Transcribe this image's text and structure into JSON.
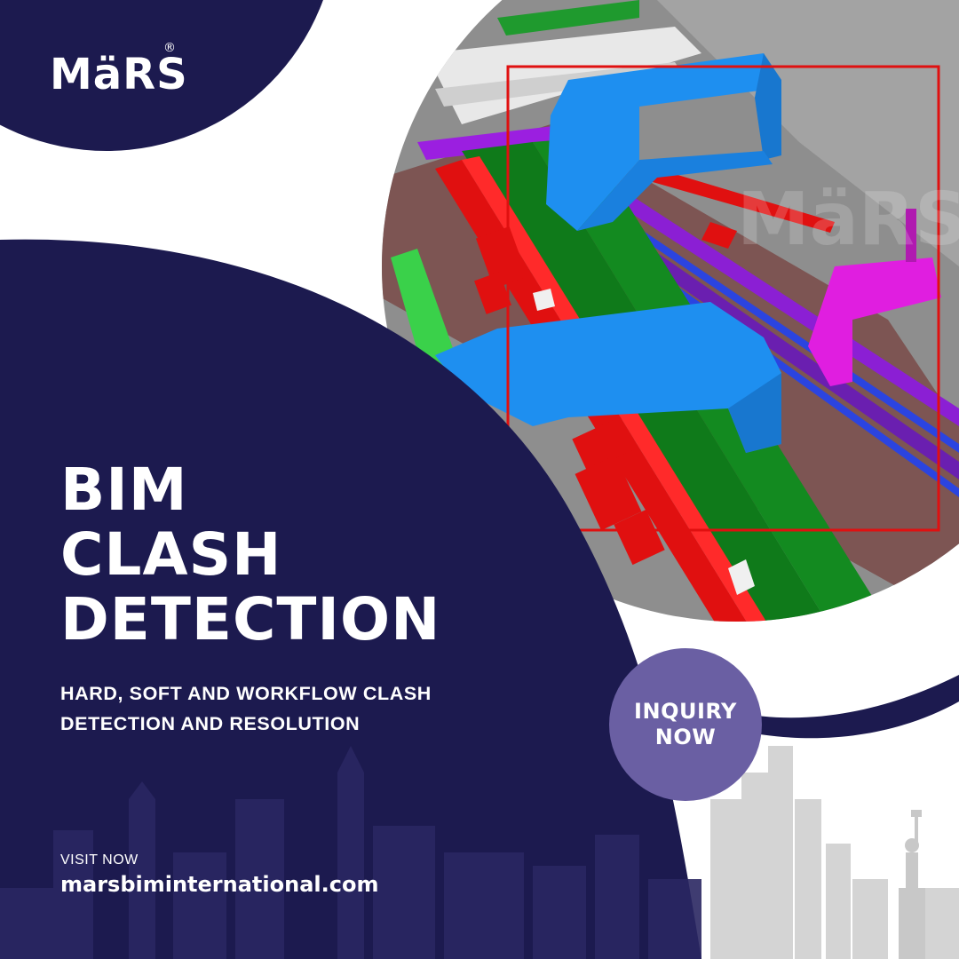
{
  "brand": {
    "logo_text": "MäRS",
    "registered_mark": "®",
    "watermark": "MäRS"
  },
  "colors": {
    "navy": "#1c1a4f",
    "button": "#6a5fa3",
    "text": "#ffffff",
    "skyline_light": "#d4d4d4"
  },
  "headline": {
    "lines": [
      "BIM",
      "CLASH",
      "DETECTION"
    ]
  },
  "subheadline": {
    "lines": [
      "HARD, SOFT AND WORKFLOW CLASH",
      "DETECTION AND RESOLUTION"
    ]
  },
  "cta": {
    "lines": [
      "INQUIRY",
      "NOW"
    ]
  },
  "footer": {
    "visit_label": "VISIT NOW",
    "website": "marsbiminternational.com"
  },
  "icons": {
    "skyline": "city-skyline-icon",
    "statue": "statue-of-liberty-icon"
  }
}
